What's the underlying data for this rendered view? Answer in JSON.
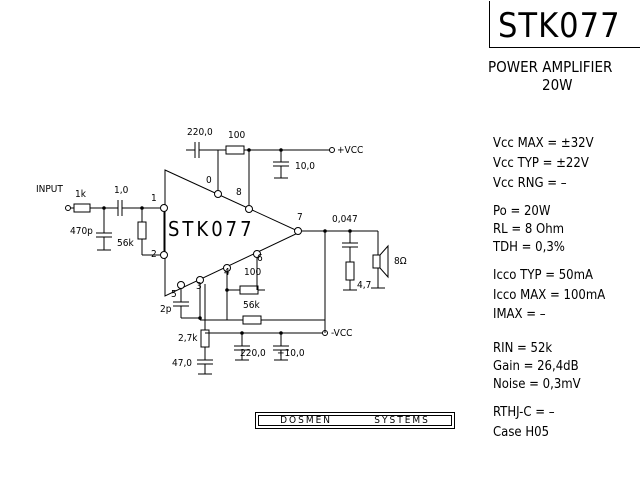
{
  "header": {
    "part_number": "STK077",
    "description": "POWER AMPLIFIER",
    "power": "20W"
  },
  "specs": {
    "vcc_max": "Vcc MAX = ±32V",
    "vcc_typ": "Vcc TYP = ±22V",
    "vcc_rng": "Vcc RNG =  –",
    "po": "Po  = 20W",
    "rl": "RL  = 8 Ohm",
    "tdh": "TDH = 0,3%",
    "icco_typ": "Icco TYP = 50mA",
    "icco_max": "Icco MAX = 100mA",
    "imax": "IMAX  =   –",
    "rin": "RIN  = 52k",
    "gain": "Gain  = 26,4dB",
    "noise": "Noise = 0,3mV",
    "rthj": "RTHJ-C = –",
    "case": "Case H05"
  },
  "schematic": {
    "ic_label": "STK077",
    "input_label": "INPUT",
    "pins": [
      "1",
      "2",
      "0",
      "8",
      "7",
      "6",
      "4",
      "3",
      "5"
    ],
    "components": {
      "r_input": "1k",
      "c_input": "1,0",
      "c_470p": "470p",
      "r_56k_in": "56k",
      "c_220": "220,0",
      "r_100_top": "100",
      "c_10_top": "10,0",
      "vcc_plus": "+VCC",
      "vcc_minus": "-VCC",
      "c_047": "0,047",
      "r_47": "4,7",
      "speaker": "8Ω",
      "c_2p": "2p",
      "r_27k": "2,7k",
      "c_47": "47,0",
      "r_100_bot": "100",
      "r_56k_fb": "56k",
      "c_220_bot": "220,0",
      "c_10_bot": "+10,0"
    }
  },
  "footer": {
    "brand_left": "DOSMEN",
    "brand_right": "SYSTEMS"
  }
}
